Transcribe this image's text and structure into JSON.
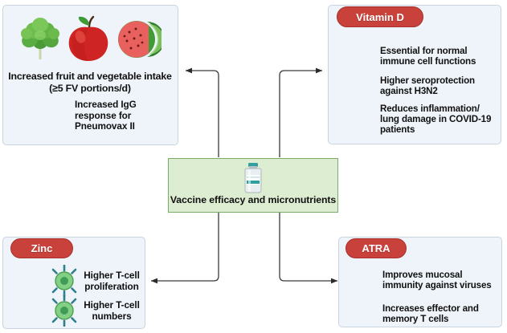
{
  "figure": {
    "center": {
      "label": "Vaccine efficacy and micronutrients",
      "icon": "vaccine-vial-icon",
      "fill": "#dcedd2",
      "border": "#7aad68"
    },
    "panel_fill": "#eef4fa",
    "panel_border": "#c8d4e0",
    "badge_fill": "#c8413a",
    "badge_border": "#a7302c"
  },
  "panels": {
    "diet": {
      "name": "fruit-and-vegetable-panel",
      "icons": [
        "lettuce-icon",
        "apple-icon",
        "watermelon-icon"
      ],
      "title_line1": "Increased fruit and vegetable intake",
      "title_line2": "(≥5 FV portions/d)",
      "outcome": "Increased IgG response for Pneumovax II",
      "outcome_lines": [
        "Increased IgG",
        "response for",
        "Pneumovax II"
      ]
    },
    "vitamin_d": {
      "name": "vitamin-d-panel",
      "badge": "Vitamin D",
      "items": [
        {
          "lines": [
            "Essential for normal",
            "immune cell functions"
          ]
        },
        {
          "lines": [
            "Higher seroprotection",
            "against H3N2"
          ]
        },
        {
          "lines": [
            "Reduces inflammation/",
            "lung damage in COVID-19",
            "patients"
          ]
        }
      ]
    },
    "zinc": {
      "name": "zinc-panel",
      "badge": "Zinc",
      "items": [
        {
          "icon": "t-cell-icon",
          "lines": [
            "Higher T-cell",
            "proliferation"
          ]
        },
        {
          "icon": "t-cell-icon",
          "lines": [
            "Higher T-cell",
            "numbers"
          ]
        }
      ]
    },
    "atra": {
      "name": "atra-panel",
      "badge": "ATRA",
      "items": [
        {
          "lines": [
            "Improves mucosal",
            "immunity against viruses"
          ]
        },
        {
          "lines": [
            "Increases effector and",
            "memory  T cells"
          ]
        }
      ]
    }
  }
}
